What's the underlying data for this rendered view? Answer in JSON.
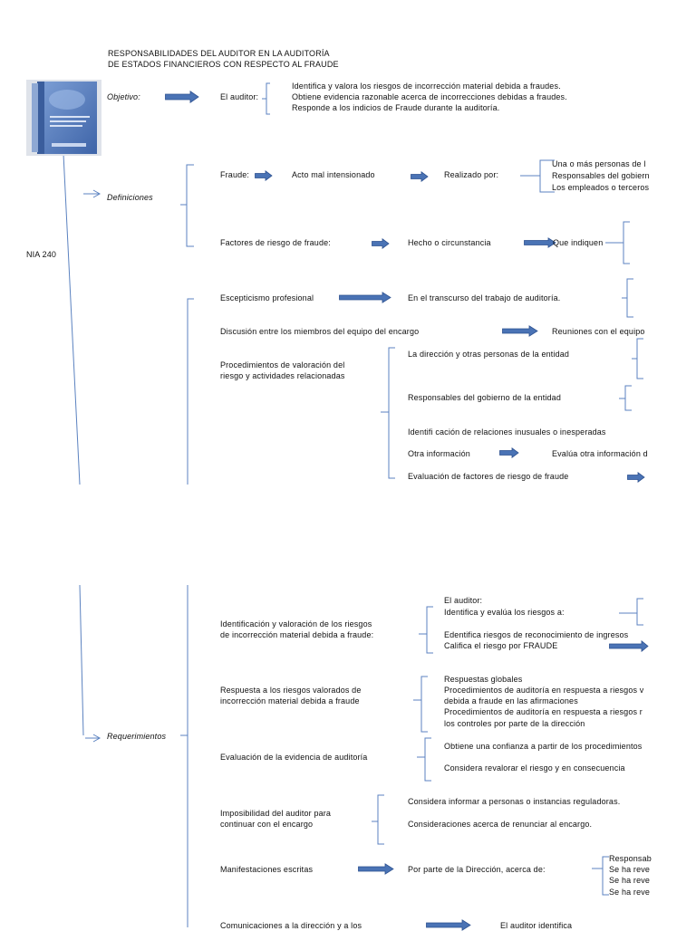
{
  "header": {
    "line1": "RESPONSABILIDADES DEL AUDITOR EN LA AUDITORÍA",
    "line2": "DE ESTADOS FINANCIEROS CON RESPECTO AL FRAUDE"
  },
  "root_label": "NIA 240",
  "objetivo": {
    "label": "Objetivo:",
    "auditor": "El auditor:",
    "items": [
      "Identifica y valora los riesgos de incorrección material debida a fraudes.",
      "Obtiene evidencia razonable acerca de incorrecciones debidas a fraudes.",
      "Responde a los indicios de Fraude durante la auditoría."
    ]
  },
  "definiciones": {
    "label": "Definiciones",
    "fraude": "Fraude:",
    "acto": "Acto mal intensionado",
    "realizado": "Realizado por:",
    "realizado_items": [
      "Una o más personas de l",
      "Responsables del gobiern",
      "Los empleados o terceros"
    ],
    "factores": "Factores de riesgo de fraude:",
    "hecho": "Hecho o circunstancia",
    "que_indiquen": "Que indiquen"
  },
  "section3": {
    "escepticismo": "Escepticismo profesional",
    "transcurso": "En el transcurso del trabajo de auditoría.",
    "discusion": "Discusión entre los miembros del equipo del encargo",
    "reuniones": "Reuniones con el equipo",
    "procedimientos_1": "Procedimientos de valoración del",
    "procedimientos_2": "riesgo y actividades relacionadas",
    "direccion": "La dirección y otras personas de la entidad",
    "responsables": "Responsables del gobierno de la entidad",
    "identificacion": "Identifi cación de relaciones inusuales o inesperadas",
    "otra": "Otra información",
    "evalua": "Evalúa otra información d",
    "evaluacion": "Evaluación de factores de riesgo de fraude"
  },
  "requerimientos": {
    "label": "Requerimientos",
    "ident_1": "Identificación y valoración de los riesgos",
    "ident_2": " de incorrección material debida a fraude:",
    "auditor": "El auditor:",
    "identifica": "Identifica y evalúa los riesgos a:",
    "edentifica": "Edentifica riesgos de reconocimiento de ingresos",
    "califica": "Califica el riesgo por FRAUDE",
    "respuesta_1": "Respuesta a los riesgos valorados de",
    "respuesta_2": "incorrección material debida a fraude",
    "respuesta_items": [
      "Respuestas globales",
      "Procedimientos de auditoría en respuesta a riesgos v",
      "debida a fraude en las afirmaciones",
      "Procedimientos de auditoría en respuesta a riesgos r",
      "los controles por parte de la dirección"
    ],
    "evaluacion": "Evaluación de la evidencia de auditoría",
    "obtiene": "Obtiene una confianza a partir de los procedimientos",
    "considera_revalorar": "Considera revalorar el riesgo y en consecuencia",
    "imposibilidad_1": "Imposibilidad del auditor para",
    "imposibilidad_2": "continuar con el encargo",
    "considera_informar": "Considera informar a personas o instancias reguladoras.",
    "consideraciones": "Consideraciones acerca de renunciar al encargo.",
    "manifestaciones": "Manifestaciones escritas",
    "por_parte": "Por parte de la Dirección, acerca de:",
    "manif_items": [
      "Responsab",
      "Se ha reve",
      "Se ha reve",
      "Se ha reve"
    ],
    "comunicaciones": "Comunicaciones a la dirección y a los",
    "auditor_identifica": "El auditor identifica"
  },
  "colors": {
    "arrow_fill": "#4a73b5",
    "arrow_stroke": "#2d5190",
    "line": "#5b82c0"
  }
}
